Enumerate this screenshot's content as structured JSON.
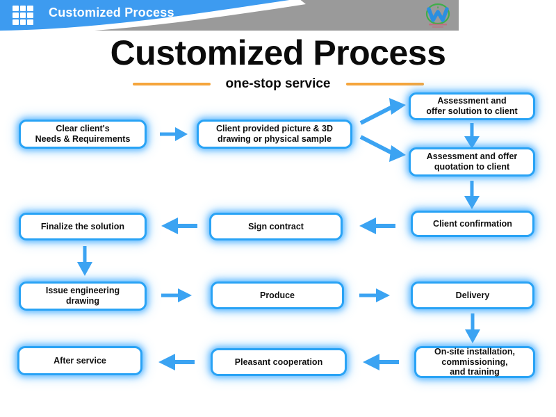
{
  "header": {
    "title": "Customized Process",
    "grid_icon": "grid-apps-icon",
    "logo_icon": "company-logo-icon",
    "band_blue": "#3d9bf0",
    "band_gray": "#9a9a9a"
  },
  "title": {
    "main": "Customized Process",
    "subtitle": "one-stop service",
    "rule_color": "#f5a53c"
  },
  "theme": {
    "box_border": "#29a3f5",
    "box_glow": "#6ec3ff",
    "arrow_color": "#3ba3f2",
    "text_color": "#101010"
  },
  "flow": {
    "boxes": [
      {
        "id": "clear-client-needs",
        "line1": "Clear client's",
        "line2": "Needs & Requirements",
        "line3": ""
      },
      {
        "id": "client-provided-picture",
        "line1": "Client provided picture & 3D",
        "line2": "drawing or physical sample",
        "line3": ""
      },
      {
        "id": "assessment-offer-solution",
        "line1": "Assessment and",
        "line2": "offer solution to client",
        "line3": ""
      },
      {
        "id": "assessment-offer-quotation",
        "line1": "Assessment and offer",
        "line2": "quotation to client",
        "line3": ""
      },
      {
        "id": "client-confirmation",
        "line1": "Client confirmation",
        "line2": "",
        "line3": ""
      },
      {
        "id": "sign-contract",
        "line1": "Sign contract",
        "line2": "",
        "line3": ""
      },
      {
        "id": "finalize-the-solution",
        "line1": "Finalize the solution",
        "line2": "",
        "line3": ""
      },
      {
        "id": "issue-engineering-drawing",
        "line1": "Issue engineering",
        "line2": "drawing",
        "line3": ""
      },
      {
        "id": "produce",
        "line1": "Produce",
        "line2": "",
        "line3": ""
      },
      {
        "id": "delivery",
        "line1": "Delivery",
        "line2": "",
        "line3": ""
      },
      {
        "id": "on-site-installation",
        "line1": "On-site installation,",
        "line2": "commissioning,",
        "line3": "and training"
      },
      {
        "id": "pleasant-cooperation",
        "line1": "Pleasant cooperation",
        "line2": "",
        "line3": ""
      },
      {
        "id": "after-service",
        "line1": "After service",
        "line2": "",
        "line3": ""
      }
    ],
    "arrows": [
      {
        "id": "arrow-needs-to-picture",
        "direction": "right"
      },
      {
        "id": "arrow-picture-to-solution",
        "direction": "up-right"
      },
      {
        "id": "arrow-picture-to-quotation",
        "direction": "down-right"
      },
      {
        "id": "arrow-solution-to-quotation",
        "direction": "down"
      },
      {
        "id": "arrow-quotation-to-confirmation",
        "direction": "down"
      },
      {
        "id": "arrow-confirmation-to-contract",
        "direction": "left"
      },
      {
        "id": "arrow-contract-to-finalize",
        "direction": "left"
      },
      {
        "id": "arrow-finalize-to-drawing",
        "direction": "down"
      },
      {
        "id": "arrow-drawing-to-produce",
        "direction": "right"
      },
      {
        "id": "arrow-produce-to-delivery",
        "direction": "right"
      },
      {
        "id": "arrow-delivery-to-installation",
        "direction": "down"
      },
      {
        "id": "arrow-installation-to-pleasant",
        "direction": "left"
      },
      {
        "id": "arrow-pleasant-to-after",
        "direction": "left"
      }
    ]
  }
}
